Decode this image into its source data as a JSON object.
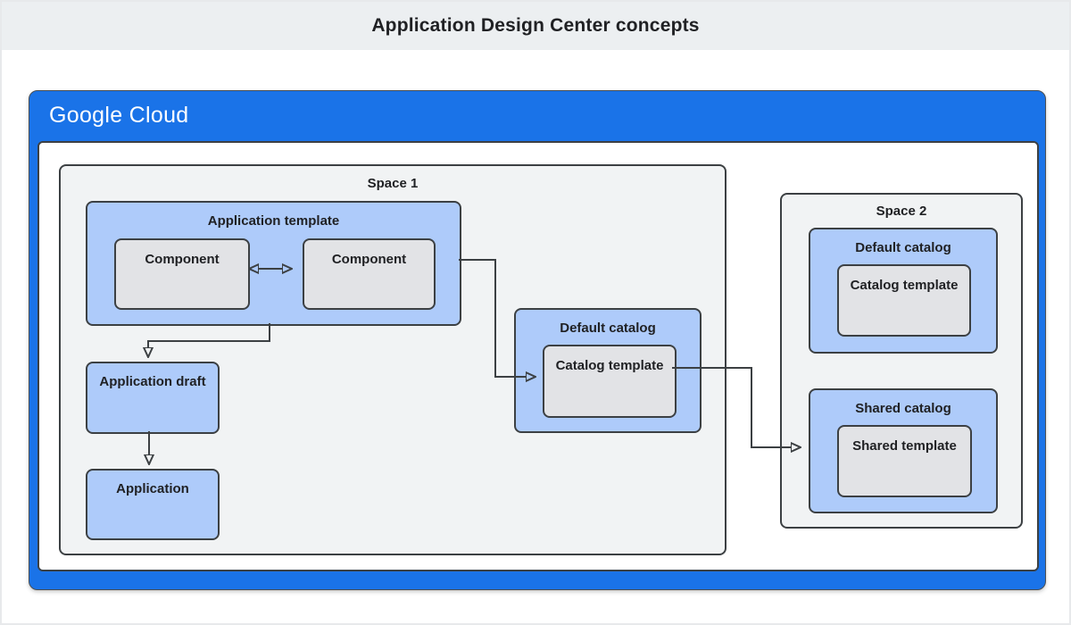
{
  "page": {
    "title": "Application Design Center concepts"
  },
  "header": {
    "brand": "Google Cloud"
  },
  "colors": {
    "frame_blue": "#1a73e8",
    "box_blue": "#aecbfa",
    "box_gray": "#e2e3e6",
    "space_gray": "#f1f3f4",
    "border_dark": "#3c4043",
    "text_dark": "#202124",
    "title_band": "#eceff1"
  },
  "diagram": {
    "space1": {
      "label": "Space 1",
      "application_template": {
        "label": "Application template",
        "component_left": "Component",
        "component_right": "Component"
      },
      "application_draft": {
        "label": "Application draft"
      },
      "application": {
        "label": "Application"
      },
      "default_catalog": {
        "label": "Default catalog",
        "catalog_template": "Catalog template"
      }
    },
    "space2": {
      "label": "Space 2",
      "default_catalog": {
        "label": "Default catalog",
        "catalog_template": "Catalog template"
      },
      "shared_catalog": {
        "label": "Shared catalog",
        "shared_template": "Shared template"
      }
    },
    "connectors": {
      "component_to_component": "bidirectional",
      "template_to_draft": "down",
      "draft_to_application": "down",
      "template_to_default_catalog": "right",
      "catalog_to_shared_catalog": "right"
    }
  }
}
